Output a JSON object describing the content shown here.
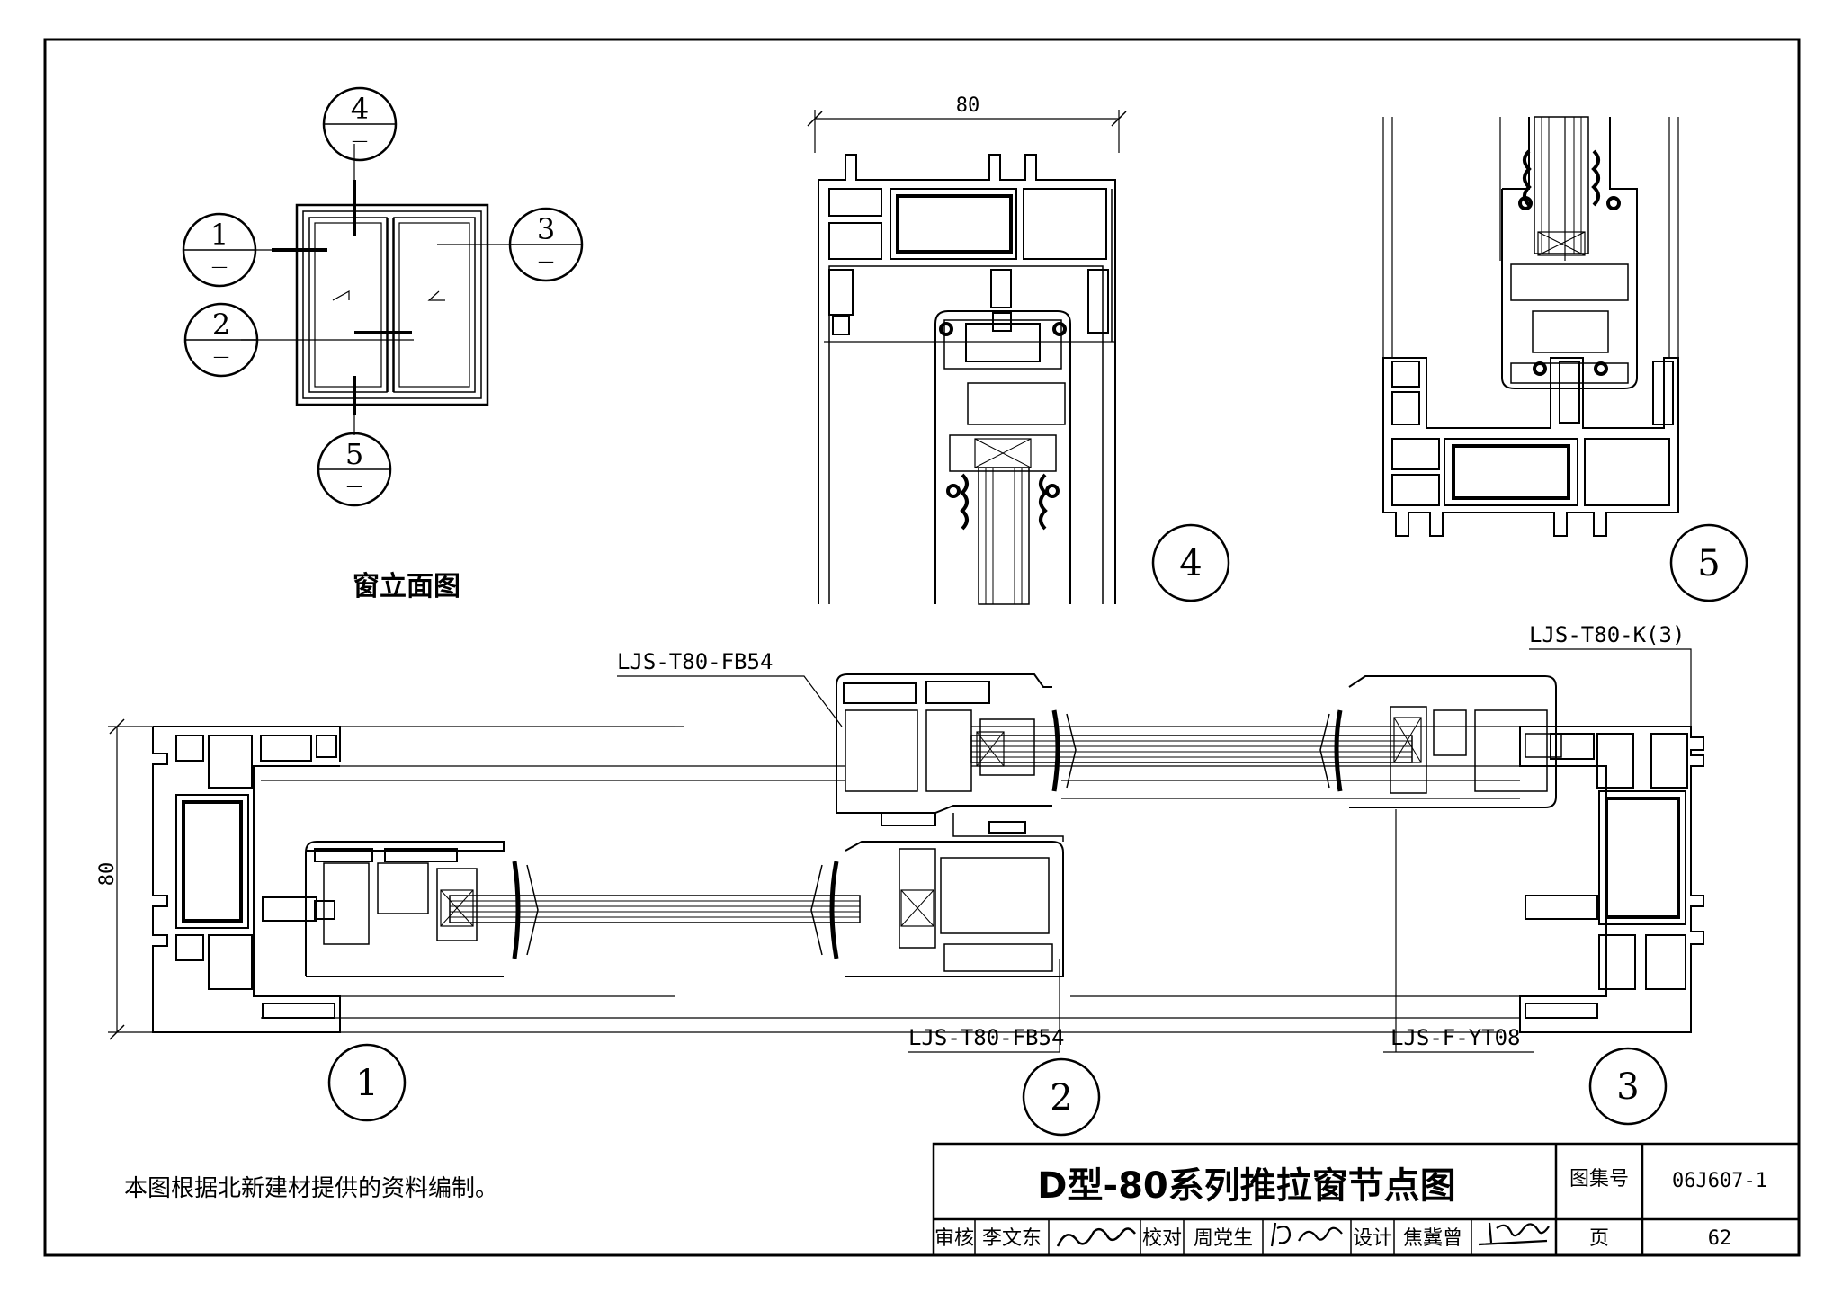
{
  "elevation": {
    "title": "窗立面图",
    "markers": [
      {
        "number": "1",
        "sub": "—"
      },
      {
        "number": "2",
        "sub": "—"
      },
      {
        "number": "3",
        "sub": "—"
      },
      {
        "number": "4",
        "sub": "—"
      },
      {
        "number": "5",
        "sub": "—"
      }
    ]
  },
  "dimensions": {
    "width_top": "80",
    "height_left": "80"
  },
  "detail_numbers": [
    "1",
    "2",
    "3",
    "4",
    "5"
  ],
  "part_labels": {
    "upper_fb54": "LJS-T80-FB54",
    "lower_fb54": "LJS-T80-FB54",
    "k3": "LJS-T80-K(3)",
    "yt08": "LJS-F-YT08"
  },
  "note": "本图根据北新建材提供的资料编制。",
  "title_block": {
    "title": "D型-80系列推拉窗节点图",
    "atlas_label": "图集号",
    "atlas_no": "06J607-1",
    "page_label": "页",
    "page_no": "62",
    "review_label": "审核",
    "review_name": "李文东",
    "check_label": "校对",
    "check_name": "周党生",
    "design_label": "设计",
    "design_name": "焦冀曾"
  }
}
